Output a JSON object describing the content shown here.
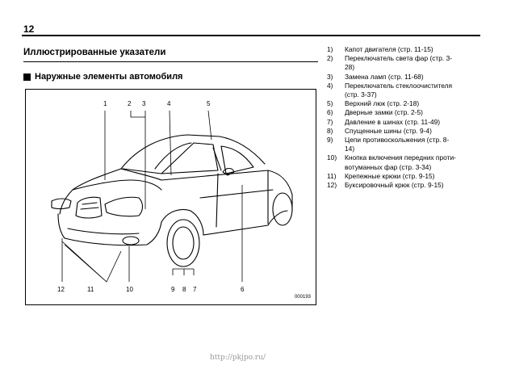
{
  "page": {
    "number": "12"
  },
  "section": {
    "title": "Иллюстрированные указатели",
    "subheading": "Наружные элементы автомобиля"
  },
  "figure": {
    "code": "000193",
    "callouts": [
      "1",
      "2",
      "3",
      "4",
      "5",
      "6",
      "7",
      "8",
      "9",
      "10",
      "11",
      "12"
    ]
  },
  "legend": {
    "items": [
      {
        "num": "1)",
        "lines": [
          "Капот двигателя (стр. 11-15)"
        ]
      },
      {
        "num": "2)",
        "lines": [
          "Переключатель света фар (стр. 3-",
          "28)"
        ]
      },
      {
        "num": "3)",
        "lines": [
          "Замена ламп (стр. 11-68)"
        ]
      },
      {
        "num": "4)",
        "lines": [
          "Переключатель стеклоочистителя",
          "(стр. 3-37)"
        ]
      },
      {
        "num": "5)",
        "lines": [
          "Верхний люк (стр. 2-18)"
        ]
      },
      {
        "num": "6)",
        "lines": [
          "Дверные замки (стр. 2-5)"
        ]
      },
      {
        "num": "7)",
        "lines": [
          "Давление в шинах (стр. 11-49)"
        ]
      },
      {
        "num": "8)",
        "lines": [
          "Спущенные шины (стр. 9-4)"
        ]
      },
      {
        "num": "9)",
        "lines": [
          "Цепи противоскольжения (стр. 8-",
          "14)"
        ]
      },
      {
        "num": "10)",
        "lines": [
          "Кнопка включения передних проти-",
          "вотуманных фар (стр. 3-34)"
        ]
      },
      {
        "num": "11)",
        "lines": [
          "Крепежные крюки (стр. 9-15)"
        ]
      },
      {
        "num": "12)",
        "lines": [
          "Буксировочный крюк (стр. 9-15)"
        ]
      }
    ]
  },
  "footer": {
    "watermark": "http://pkjpo.ru/"
  }
}
